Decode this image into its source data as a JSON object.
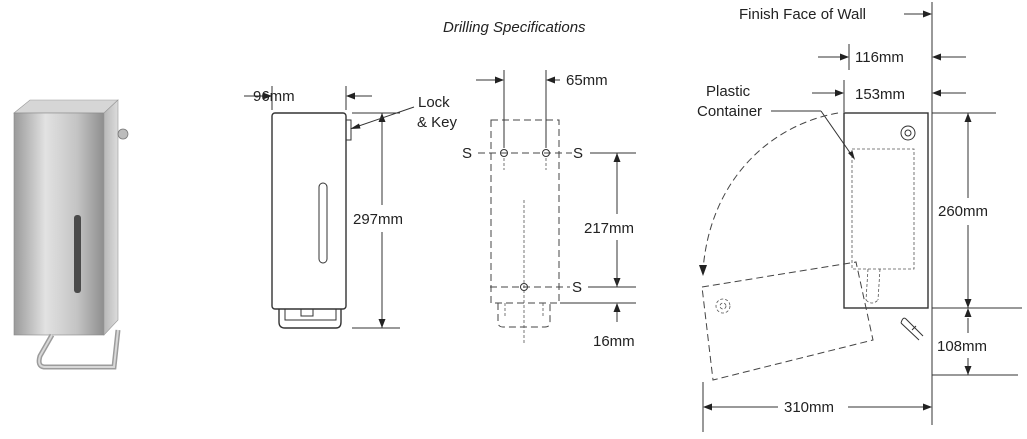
{
  "title": "Drilling Specifications",
  "front_view": {
    "width_label": "96mm",
    "height_label": "297mm",
    "lock_label_line1": "Lock",
    "lock_label_line2": "& Key"
  },
  "drilling_view": {
    "hole_spacing_label": "65mm",
    "vertical_spacing_label": "217mm",
    "bottom_offset_label": "16mm",
    "screw_marker": "S"
  },
  "side_view": {
    "wall_label": "Finish Face of Wall",
    "depth_label_1": "116mm",
    "depth_label_2": "153mm",
    "container_label_line1": "Plastic",
    "container_label_line2": "Container",
    "height_label": "260mm",
    "lever_label": "108mm",
    "swing_label": "310mm"
  }
}
